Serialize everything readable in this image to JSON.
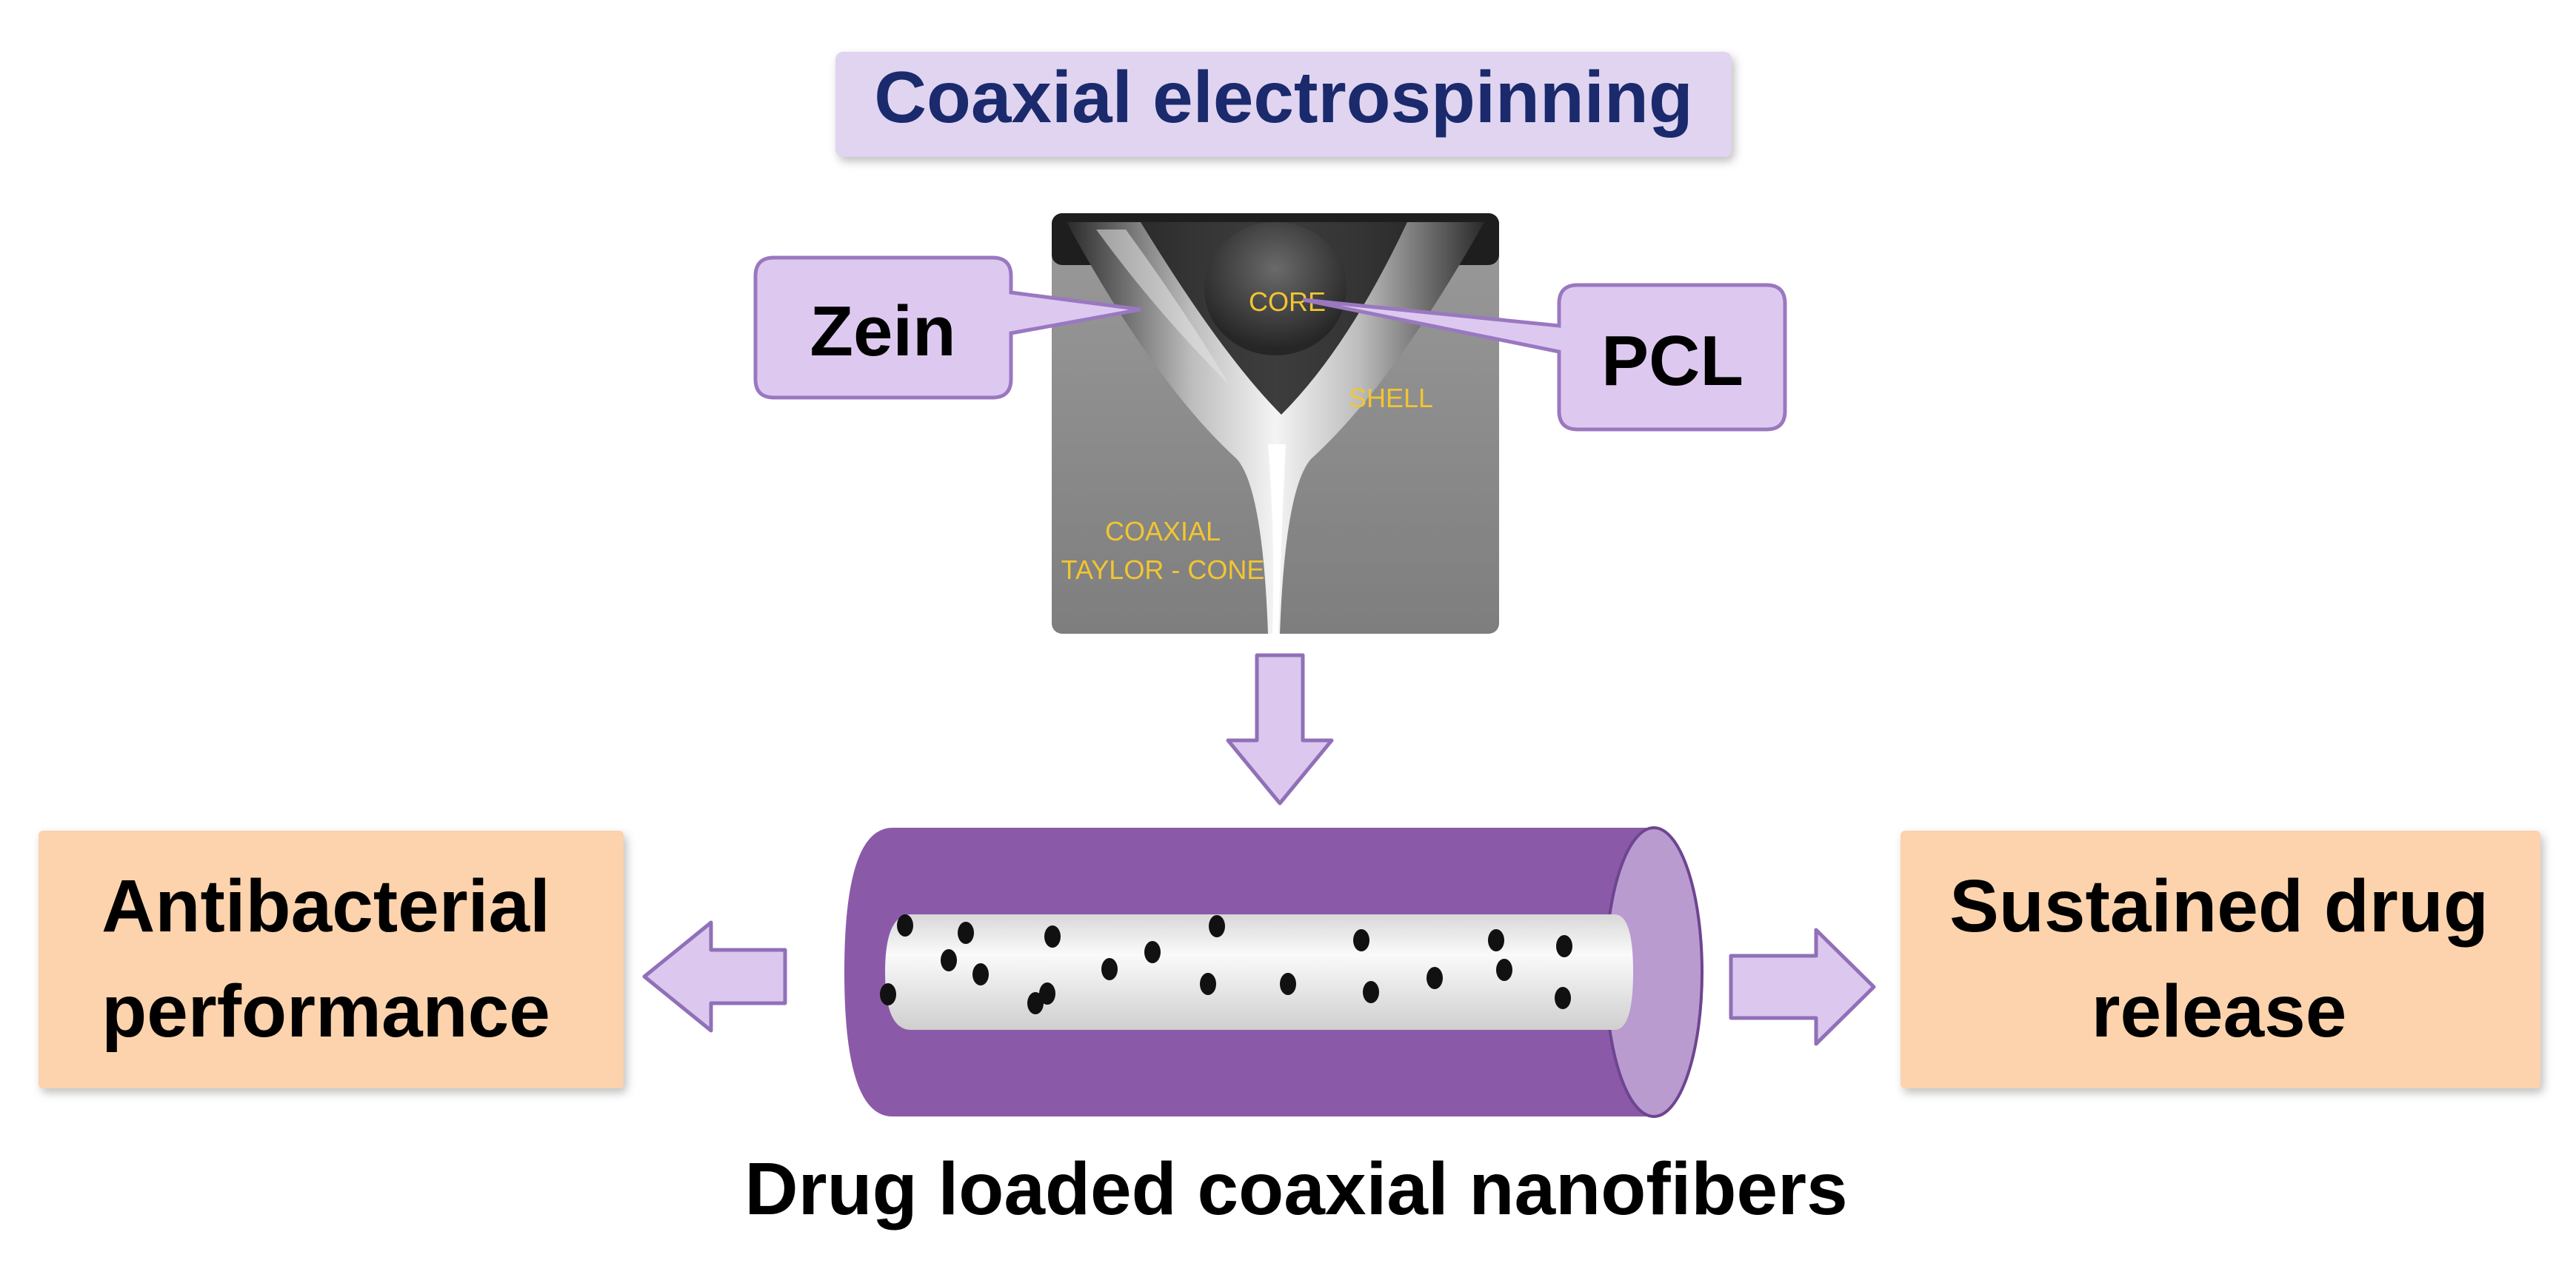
{
  "title": "Coaxial electrospinning",
  "photo": {
    "labels": {
      "core": "CORE",
      "shell": "SHELL",
      "cone_line1": "COAXIAL",
      "cone_line2": "TAYLOR - CONE"
    }
  },
  "callouts": {
    "left": "Zein",
    "right": "PCL"
  },
  "outcomes": {
    "left_line1": "Antibacterial",
    "left_line2": "performance",
    "right_line1": "Sustained drug",
    "right_line2": "release"
  },
  "caption": "Drug loaded coaxial nanofibers",
  "colors": {
    "title_text": "#1a2a6c",
    "title_bg": "#e0d4f0",
    "callout_fill": "#ddc9f0",
    "callout_stroke": "#9a78c0",
    "arrow_fill": "#dcc8ee",
    "arrow_stroke": "#9070b8",
    "fiber_shell": "#8a5aa8",
    "fiber_cap": "#b99bd0",
    "outcome_fill": "#fcd3ac",
    "photo_label": "#f2c531",
    "drug_particle": "#111111"
  }
}
